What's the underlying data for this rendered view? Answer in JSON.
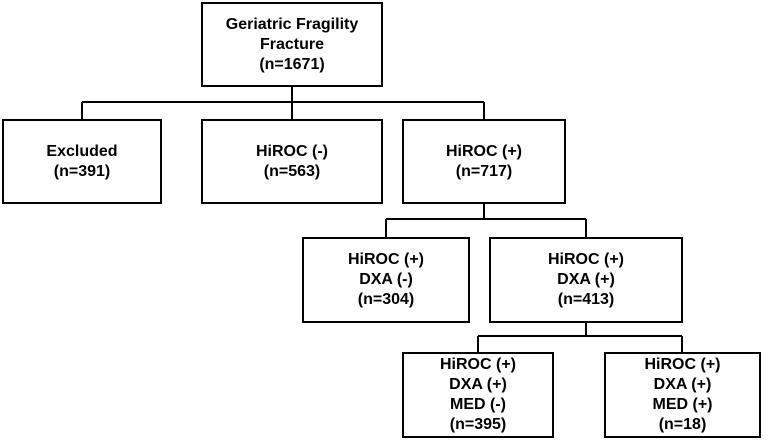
{
  "nodes": {
    "root": {
      "lines": [
        "Geriatric Fragility",
        "Fracture",
        "(n=1671)"
      ]
    },
    "excluded": {
      "lines": [
        "Excluded",
        "(n=391)"
      ]
    },
    "hiroc_neg": {
      "lines": [
        "HiROC (-)",
        "(n=563)"
      ]
    },
    "hiroc_pos": {
      "lines": [
        "HiROC (+)",
        "(n=717)"
      ]
    },
    "dxa_neg": {
      "lines": [
        "HiROC (+)",
        "DXA (-)",
        "(n=304)"
      ]
    },
    "dxa_pos": {
      "lines": [
        "HiROC (+)",
        "DXA (+)",
        "(n=413)"
      ]
    },
    "med_neg": {
      "lines": [
        "HiROC (+)",
        "DXA (+)",
        "MED (-)",
        "(n=395)"
      ]
    },
    "med_pos": {
      "lines": [
        "HiROC (+)",
        "DXA (+)",
        "MED (+)",
        "(n=18)"
      ]
    }
  },
  "colors": {
    "stroke": "#000000",
    "fill": "#ffffff",
    "text": "#000000"
  }
}
